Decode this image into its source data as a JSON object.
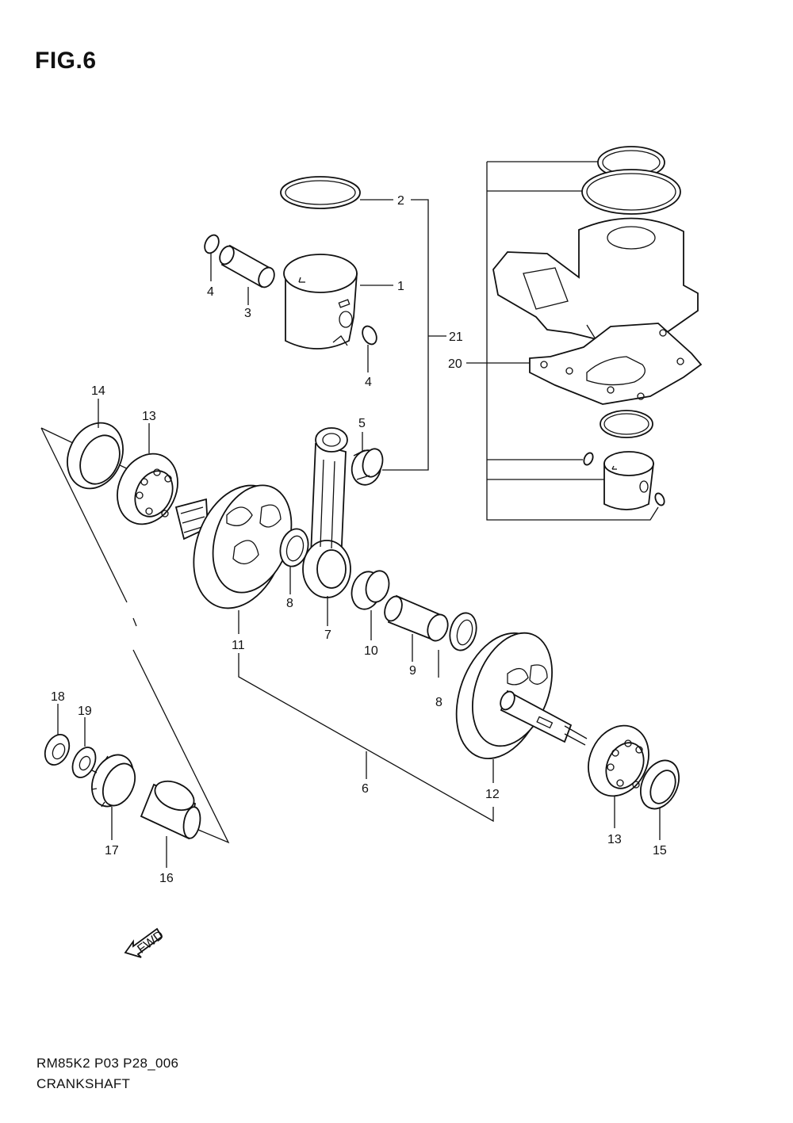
{
  "figure": {
    "title": "FIG.6"
  },
  "footer": {
    "code": "RM85K2 P03 P28_006",
    "name": "CRANKSHAFT"
  },
  "fwd_label": "FWD",
  "callouts": [
    {
      "id": "c1",
      "text": "1"
    },
    {
      "id": "c2",
      "text": "2"
    },
    {
      "id": "c3",
      "text": "3"
    },
    {
      "id": "c4a",
      "text": "4"
    },
    {
      "id": "c4b",
      "text": "4"
    },
    {
      "id": "c5",
      "text": "5"
    },
    {
      "id": "c6",
      "text": "6"
    },
    {
      "id": "c7",
      "text": "7"
    },
    {
      "id": "c8a",
      "text": "8"
    },
    {
      "id": "c8b",
      "text": "8"
    },
    {
      "id": "c9",
      "text": "9"
    },
    {
      "id": "c10",
      "text": "10"
    },
    {
      "id": "c11",
      "text": "11"
    },
    {
      "id": "c12",
      "text": "12"
    },
    {
      "id": "c13a",
      "text": "13"
    },
    {
      "id": "c13b",
      "text": "13"
    },
    {
      "id": "c14",
      "text": "14"
    },
    {
      "id": "c15",
      "text": "15"
    },
    {
      "id": "c16",
      "text": "16"
    },
    {
      "id": "c17",
      "text": "17"
    },
    {
      "id": "c18",
      "text": "18"
    },
    {
      "id": "c19",
      "text": "19"
    },
    {
      "id": "c20",
      "text": "20"
    },
    {
      "id": "c21",
      "text": "21"
    }
  ]
}
